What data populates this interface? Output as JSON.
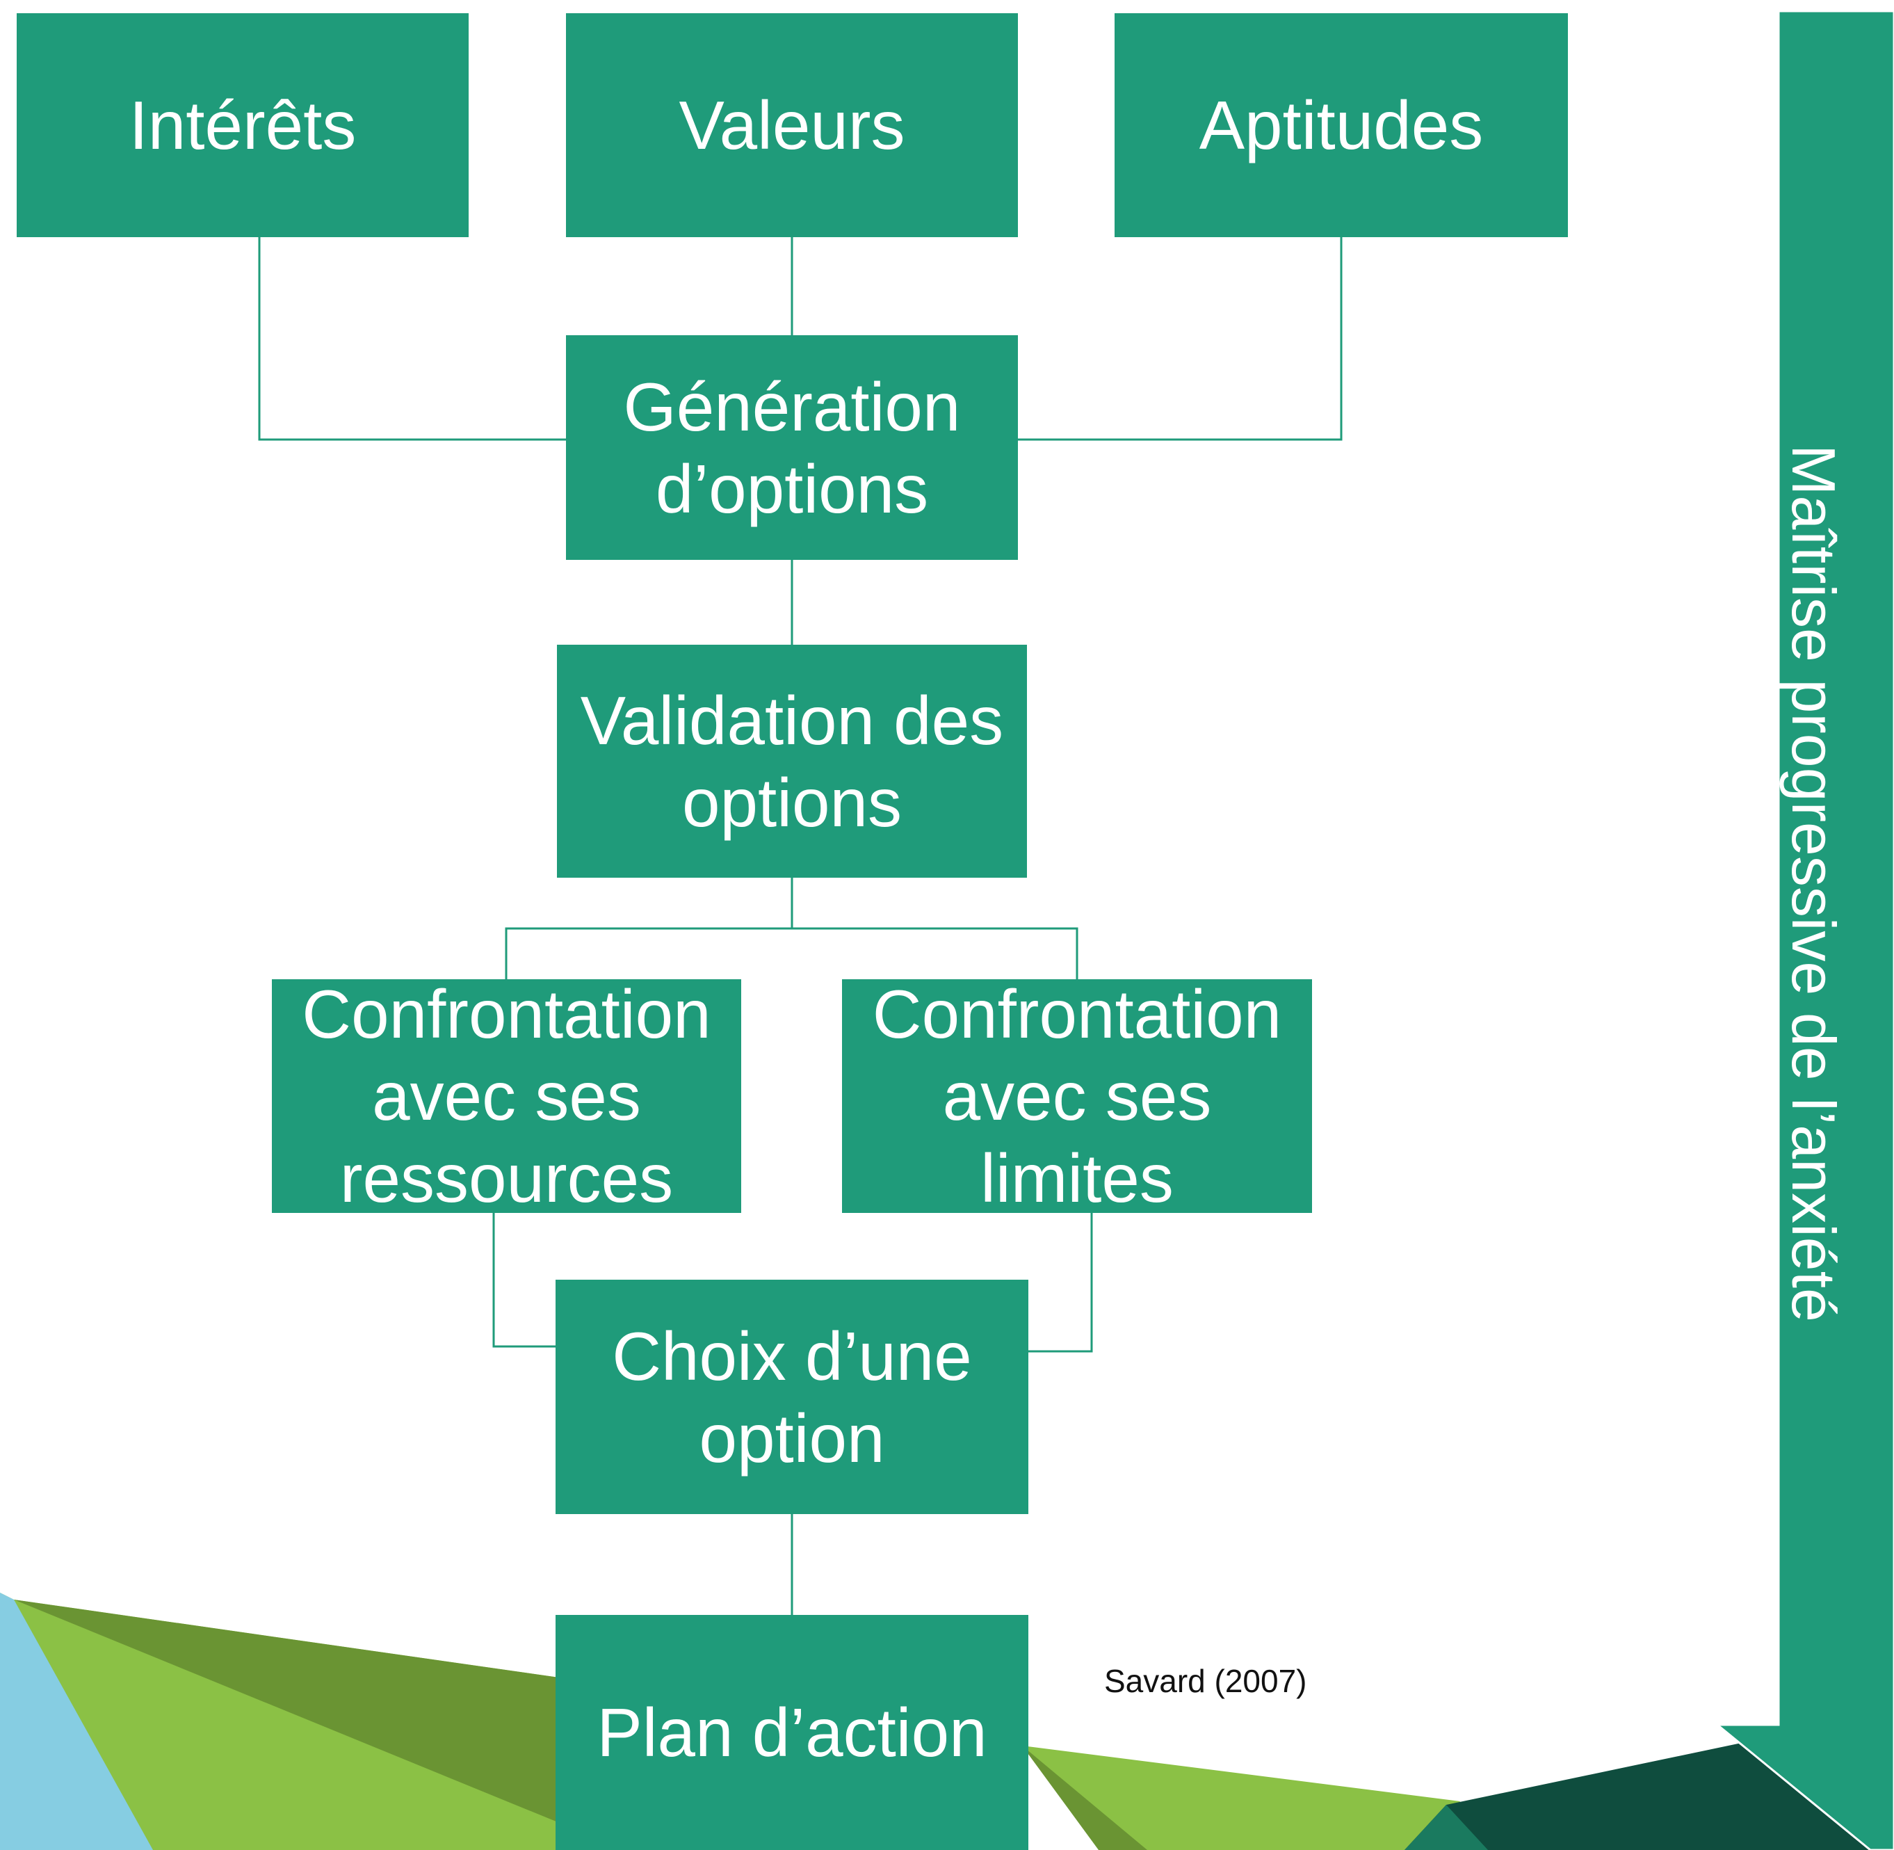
{
  "boxes": {
    "interets": "Intérêts",
    "valeurs": "Valeurs",
    "aptitudes": "Aptitudes",
    "generation": "Génération\nd’options",
    "validation": "Validation des\noptions",
    "ressources": "Confrontation\navec ses\nressources",
    "limites": "Confrontation\navec ses limites",
    "choix": "Choix d’une\noption",
    "plan": "Plan d’action"
  },
  "citation": "Savard (2007)",
  "side_arrow_label": "Maîtrise progressive de l’anxiété",
  "colors": {
    "box_fill": "#1f9b7a",
    "connector": "#1f9b7a",
    "arrow_fill": "#1f9b7a",
    "bg_light_green": "#8bc145",
    "bg_dark_green": "#6a9433",
    "bg_light_blue": "#86cde2",
    "bg_dark_teal": "#0f4d3e"
  }
}
